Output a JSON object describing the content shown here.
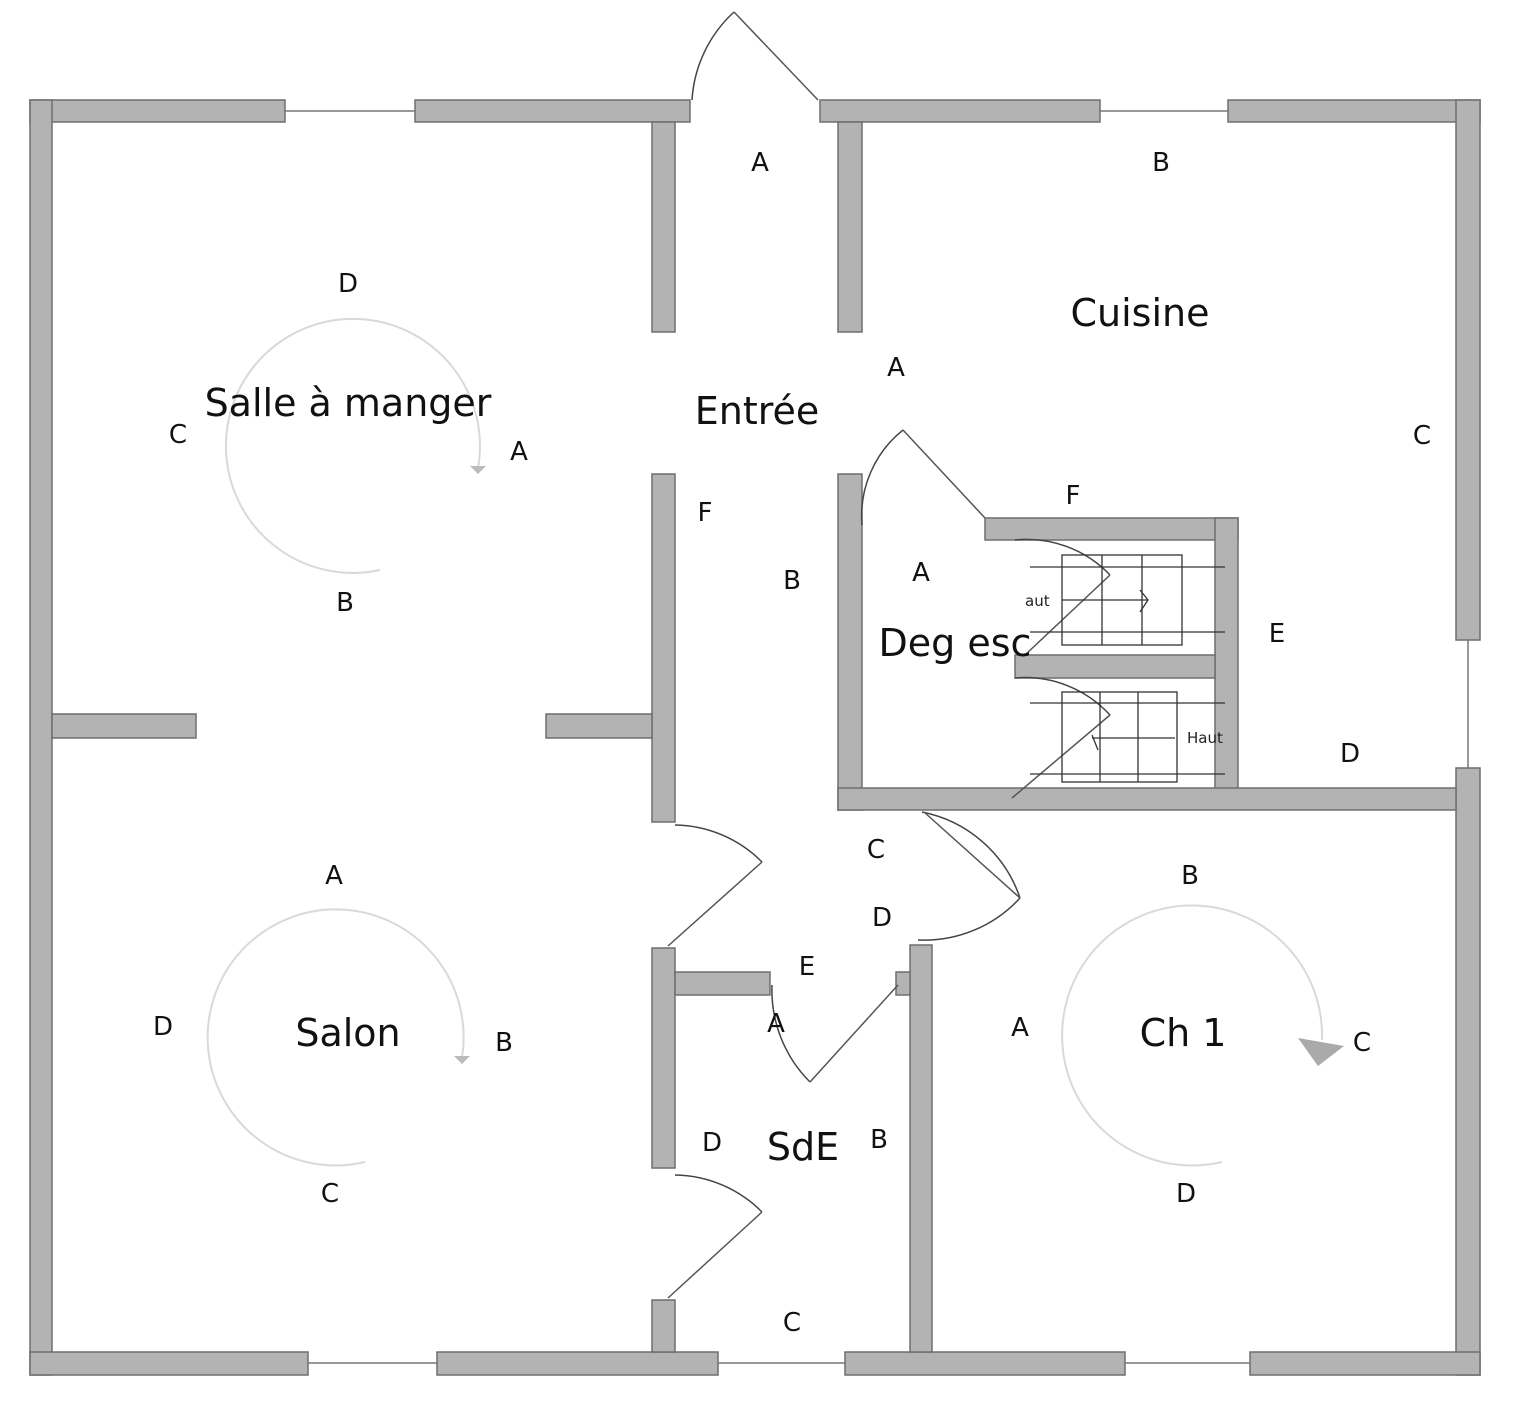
{
  "title": "Plan rez-de-chaussée",
  "rooms": {
    "salle_a_manger": {
      "label": "Salle à manger",
      "walls": [
        "A",
        "B",
        "C",
        "D"
      ]
    },
    "entree": {
      "label": "Entrée",
      "walls": [
        "A",
        "B",
        "C",
        "D",
        "E",
        "F"
      ]
    },
    "cuisine": {
      "label": "Cuisine",
      "walls": [
        "A",
        "B",
        "C",
        "D",
        "E",
        "F"
      ]
    },
    "deg_esc": {
      "label": "Deg esc",
      "walls": [
        "A"
      ]
    },
    "salon": {
      "label": "Salon",
      "walls": [
        "A",
        "B",
        "C",
        "D"
      ]
    },
    "sde": {
      "label": "SdE",
      "walls": [
        "A",
        "B",
        "C",
        "D"
      ]
    },
    "ch1": {
      "label": "Ch 1",
      "walls": [
        "A",
        "B",
        "C",
        "D"
      ]
    }
  },
  "stairs": {
    "up_label_1": "aut",
    "up_label_2": "Haut"
  },
  "colors": {
    "wall": "#b3b3b3",
    "wall_outline": "#6e6e6e",
    "rotation_arrow": "#d9d9d9"
  }
}
